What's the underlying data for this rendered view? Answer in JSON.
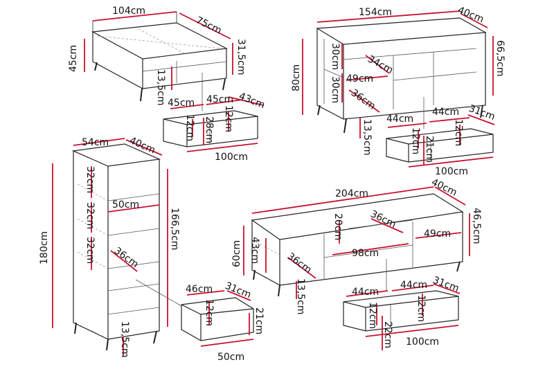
{
  "coffee_table": {
    "width": "104cm",
    "depth": "75cm",
    "height": "45cm",
    "inner_height": "31,5cm",
    "shelf_height": "13,5cm",
    "drawer": {
      "width": "45cm",
      "width2": "45cm",
      "depth": "43cm",
      "front_height": "12cm",
      "inner_height": "12cm",
      "inner_depth": "28cm",
      "total_width": "100cm"
    }
  },
  "sideboard": {
    "width": "154cm",
    "depth": "40cm",
    "height": "80cm",
    "body_height": "66,5cm",
    "shelf_top": "30cm",
    "shelf_bottom": "30cm",
    "compartment_a": "34cm",
    "compartment_b": "49cm",
    "compartment_c": "36cm",
    "leg_height": "13,5cm",
    "drawer": {
      "width": "44cm",
      "width2": "44cm",
      "depth": "31cm",
      "front_height": "12cm",
      "inner_height": "12cm",
      "inner_depth": "21cm",
      "total_width": "100cm"
    }
  },
  "tall_cabinet": {
    "width": "54cm",
    "depth": "40cm",
    "height": "180cm",
    "body_height": "166,5cm",
    "shelf1": "32cm",
    "shelf2": "32cm",
    "shelf3": "32cm",
    "shelf_width": "50cm",
    "shelf_depth": "36cm",
    "leg_height": "13,5cm",
    "drawer": {
      "width": "46cm",
      "depth": "31cm",
      "front_height": "12cm",
      "height": "21cm",
      "bottom_width": "50cm"
    }
  },
  "tv_stand": {
    "width": "204cm",
    "depth": "40cm",
    "height": "60cm",
    "body_height": "46,5cm",
    "inner_height": "43cm",
    "shelf_height": "20cm",
    "niche_depth": "36cm",
    "niche_width": "98cm",
    "right_width": "49cm",
    "left_depth": "36cm",
    "leg_height": "13,5cm",
    "drawer": {
      "width": "44cm",
      "width2": "44cm",
      "depth": "31cm",
      "front_height": "12cm",
      "inner_height": "12cm",
      "inner_depth": "22cm",
      "total_width": "100cm"
    }
  }
}
